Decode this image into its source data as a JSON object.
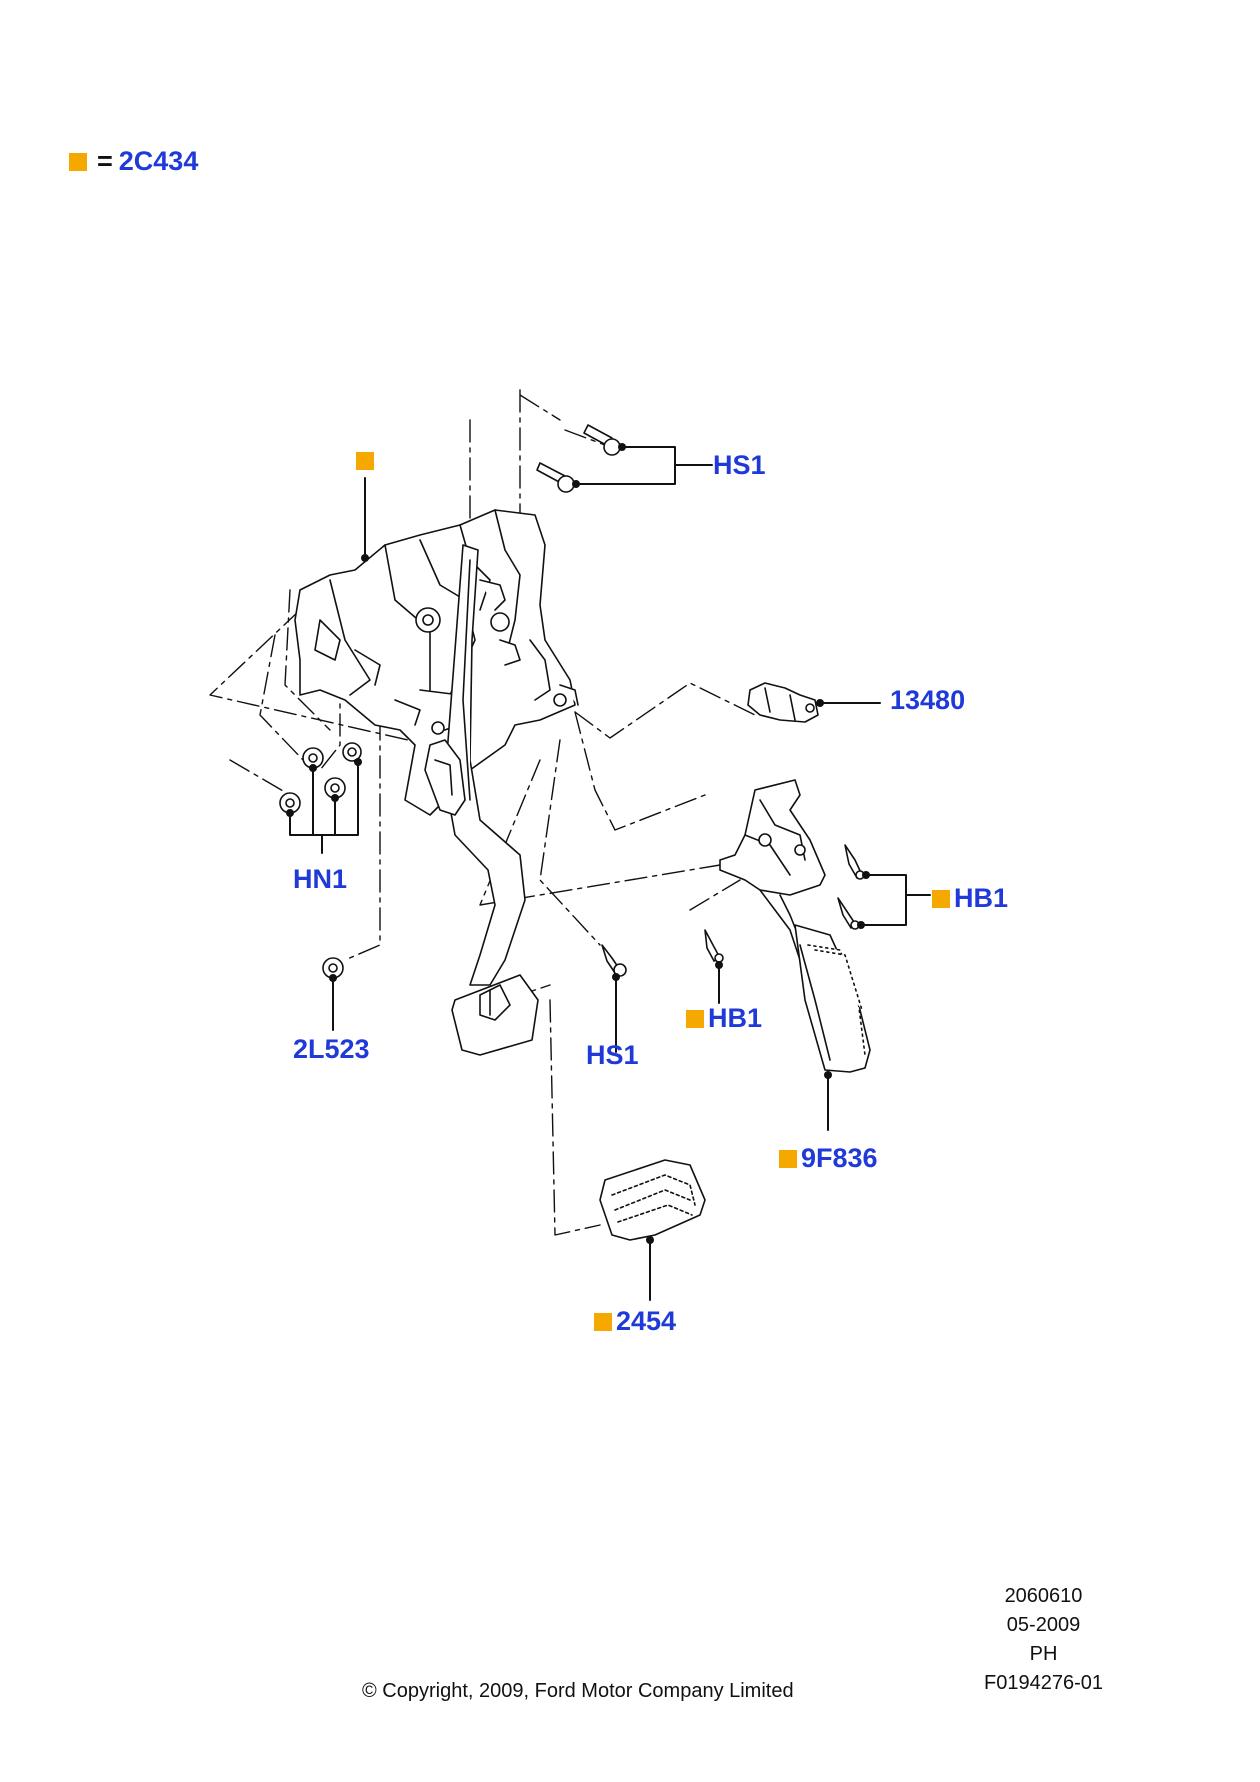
{
  "legend": {
    "symbol_color": "#f5a800",
    "equals": "=",
    "code": "2C434"
  },
  "labels": {
    "hs1_top": "HS1",
    "code_13480": "13480",
    "hb1_right": "HB1",
    "hn1": "HN1",
    "code_2l523": "2L523",
    "hs1_bottom": "HS1",
    "hb1_bottom": "HB1",
    "code_9f836": "9F836",
    "code_2454": "2454"
  },
  "meta": {
    "id": "2060610",
    "date": "05-2009",
    "region": "PH",
    "figure": "F0194276-01"
  },
  "copyright": "© Copyright, 2009, Ford Motor Company Limited",
  "colors": {
    "label": "#1f3ad8",
    "marker": "#f5a800",
    "line": "#111111"
  }
}
